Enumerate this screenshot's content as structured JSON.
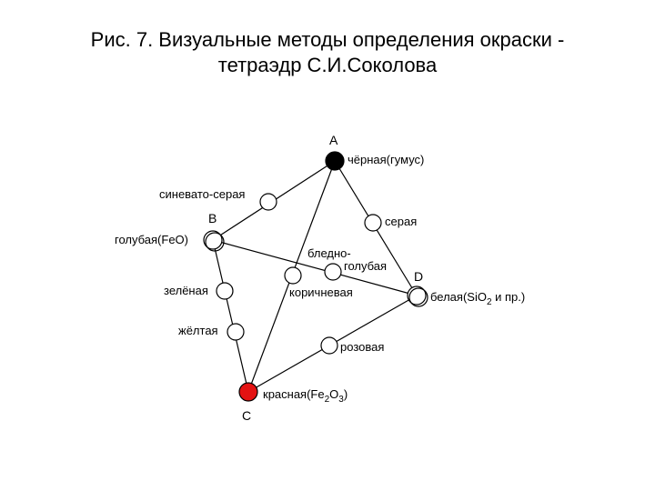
{
  "title": {
    "line1": "Рис. 7. Визуальные методы определения окраски -",
    "line2": "тетраэдр С.И.Соколова"
  },
  "colors": {
    "black": "#000000",
    "red": "#e31212",
    "white": "#ffffff"
  },
  "vertices": {
    "a": "A",
    "b": "B",
    "c": "C",
    "d": "D"
  },
  "labels": {
    "a": "чёрная(гумус)",
    "sinevato": "синевато-серая",
    "seraya": "серая",
    "b": "голубая(FeO)",
    "bledno1": "бледно-",
    "bledno2": "голубая",
    "d_main": "белая(SiO",
    "d_sub": "2",
    "d_tail": " и пр.)",
    "zelenaya": "зелёная",
    "korichnevaya": "коричневая",
    "zheltaya": "жёлтая",
    "rozovaya": "розовая",
    "c_main": "красная(Fe",
    "c_sub1": "2",
    "c_mid": "O",
    "c_sub2": "3",
    "c_tail": ")"
  }
}
